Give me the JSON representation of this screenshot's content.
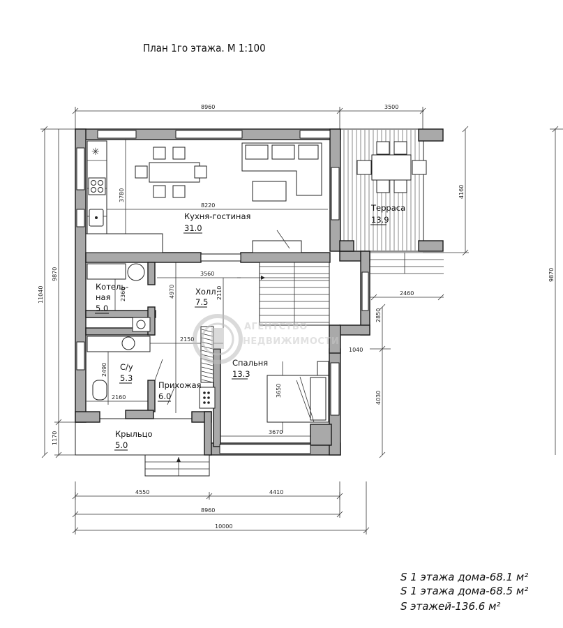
{
  "title": "План 1го этажа. М 1:100",
  "rooms": {
    "kitchen": {
      "name": "Кухня-гостиная",
      "area": "31.0"
    },
    "terrace": {
      "name": "Терраса",
      "area": "13.9"
    },
    "boiler": {
      "name1": "Котель-",
      "name2": "ная",
      "area": "5.0"
    },
    "hall": {
      "name": "Холл",
      "area": "7.5"
    },
    "bath": {
      "name": "С/у",
      "area": "5.3"
    },
    "hallway": {
      "name": "Прихожая",
      "area": "6.0"
    },
    "bedroom": {
      "name": "Спальня",
      "area": "13.3"
    },
    "porch": {
      "name": "Крыльцо",
      "area": "5.0"
    }
  },
  "dimensions": {
    "top_house": "8960",
    "top_terrace": "3500",
    "left_outer": "11040",
    "left_inner": "9870",
    "left_porch": "1170",
    "right_terrace": "4160",
    "far_right": "9870",
    "kitchen_depth": "3780",
    "kitchen_width": "8220",
    "hall_width": "3560",
    "boiler_height": "2360",
    "hall_height": "4970",
    "stair_height": "2110",
    "corr_width": "2150",
    "bath_height": "2490",
    "bath_width": "2160",
    "bed_height": "3650",
    "bed_width": "3670",
    "step_right": "2460",
    "right_a": "2850",
    "right_b": "1040",
    "right_c": "4030",
    "bottom_left": "4550",
    "bottom_right": "4410",
    "bottom_total_house": "8960",
    "bottom_total": "10000"
  },
  "watermark": {
    "line1": "АГЕНТСТВО",
    "line2": "НЕДВИЖИМОСТИ"
  },
  "areas": [
    "S 1 этажа дома-68.1 м²",
    "S 1 этажа дома-68.5 м²",
    "S этажей-136.6 м²"
  ]
}
